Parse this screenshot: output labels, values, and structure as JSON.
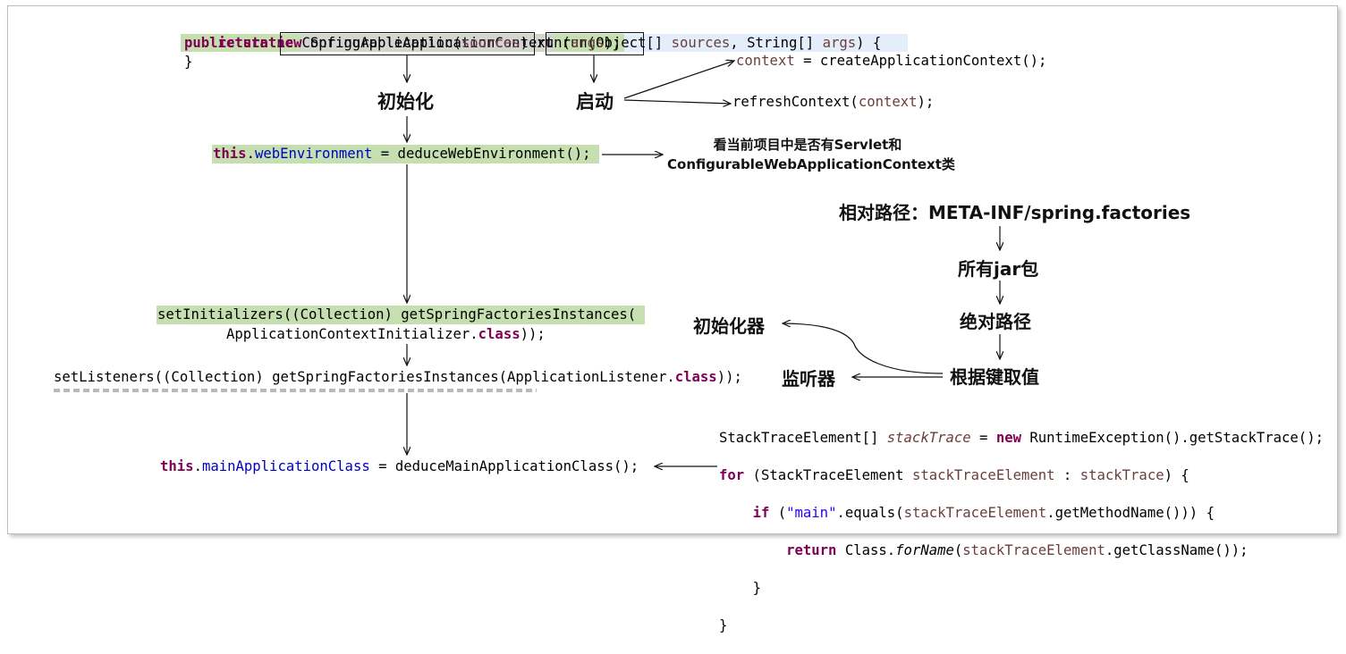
{
  "run_method": {
    "sig_public": "public",
    "sig_static": "static",
    "sig_type": "ConfigurableApplicationContext",
    "sig_name": "run(Object[] ",
    "sig_p1": "sources",
    "sig_mid": ", String[] ",
    "sig_p2": "args",
    "sig_end": ") {",
    "ret_return": "return",
    "ret_new": "new",
    "ret_ctor": " SpringApplication(",
    "ret_p1": "sources",
    "ret_dot": ").",
    "ret_run": "run(",
    "ret_p2": "args",
    "ret_end": ");",
    "close": "}"
  },
  "labels": {
    "init": "初始化",
    "start": "启动",
    "initializer": "初始化器",
    "listener": "监听器"
  },
  "start_steps": {
    "context_var": "context",
    "context_rest": " = createApplicationContext();",
    "refresh_pre": "refreshContext(",
    "refresh_var": "context",
    "refresh_end": ");"
  },
  "web_env": {
    "kw": "this",
    "field": "webEnvironment",
    "rest": " = deduceWebEnvironment();",
    "note_line1": "看当前项目中是否有Servlet和",
    "note_line2": "ConfigurableWebApplicationContext类"
  },
  "factories": {
    "path": "相对路径：META-INF/spring.factories",
    "jars": "所有jar包",
    "abs": "绝对路径",
    "kv": "根据键取值"
  },
  "initializers": {
    "line1": "setInitializers((Collection) getSpringFactoriesInstances(",
    "line2_pre": "ApplicationContextInitializer.",
    "line2_kw": "class",
    "line2_end": "));"
  },
  "listeners": {
    "pre": "setListeners((Collection) getSpringFactoriesInstances(ApplicationListener.",
    "kw": "class",
    "end": "));"
  },
  "main_class": {
    "kw": "this",
    "field": "mainApplicationClass",
    "rest": " = deduceMainApplicationClass();"
  },
  "stack_code": {
    "l1_pre": "StackTraceElement[] ",
    "l1_var": "stackTrace",
    "l1_eq": " = ",
    "l1_new": "new",
    "l1_rest": " RuntimeException().getStackTrace();",
    "l2_for": "for",
    "l2_a": " (StackTraceElement ",
    "l2_var": "stackTraceElement",
    "l2_b": " : ",
    "l2_var2": "stackTrace",
    "l2_c": ") {",
    "l3_if": "if",
    "l3_a": " (",
    "l3_str": "\"main\"",
    "l3_b": ".equals(",
    "l3_var": "stackTraceElement",
    "l3_c": ".getMethodName())) {",
    "l4_return": "return",
    "l4_a": " Class.",
    "l4_fn": "forName",
    "l4_b": "(",
    "l4_var": "stackTraceElement",
    "l4_c": ".getClassName());",
    "l5": "}",
    "l6": "}"
  }
}
